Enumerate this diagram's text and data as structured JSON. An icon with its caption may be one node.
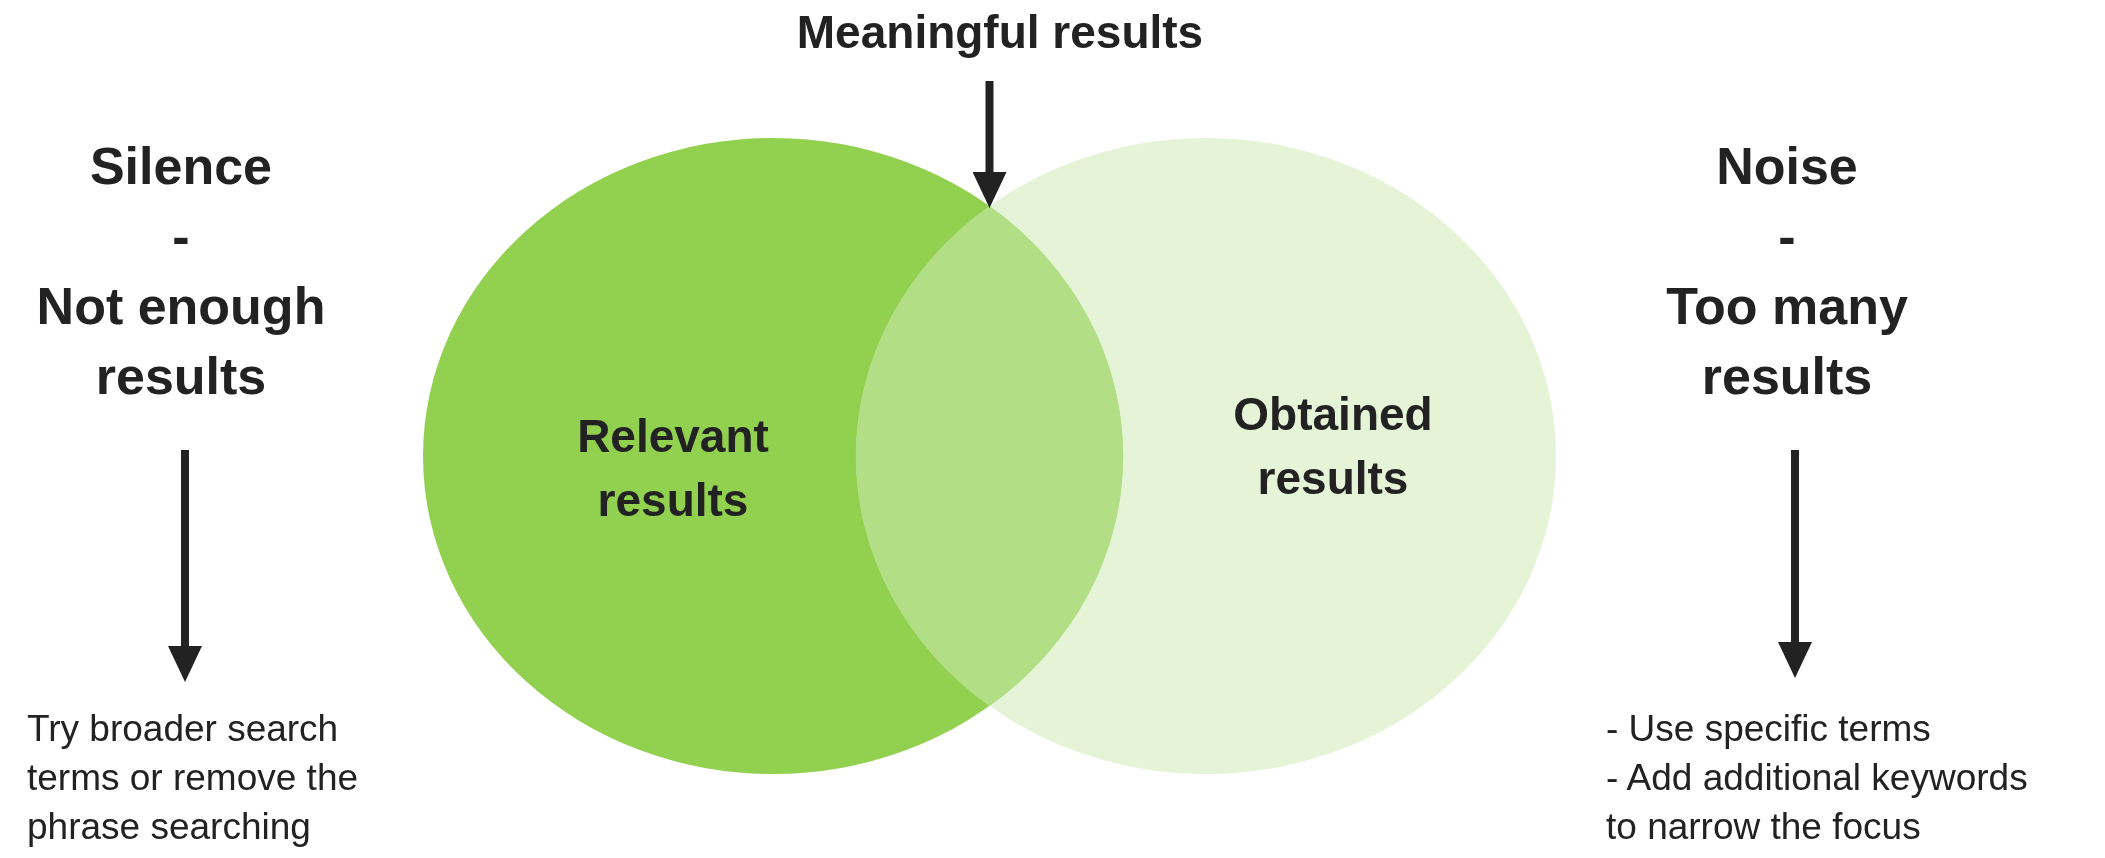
{
  "diagram": {
    "nodes": [
      {
        "text": [
          "Meaningful results"
        ]
      },
      {
        "text": [
          "Relevant results"
        ]
      },
      {
        "text": [
          "Obtained results"
        ]
      },
      {
        "text": [],
        "shape": "lens"
      },
      {
        "text": [
          "Silence",
          "-",
          "Not enough results"
        ]
      },
      {
        "text": [
          "Try broader search terms or remove the phrase searching"
        ]
      },
      {
        "text": [
          "Noise",
          "-",
          "Too many results"
        ]
      },
      {
        "text": [
          "- Use specific terms",
          "- Add additional keywords to narrow the focus"
        ]
      }
    ],
    "edges": [
      {
        "from": 0,
        "to": 3,
        "arrow": "to"
      },
      {
        "from": 4,
        "to": 5,
        "arrow": "to"
      },
      {
        "from": 6,
        "to": 7,
        "arrow": "to"
      }
    ]
  }
}
